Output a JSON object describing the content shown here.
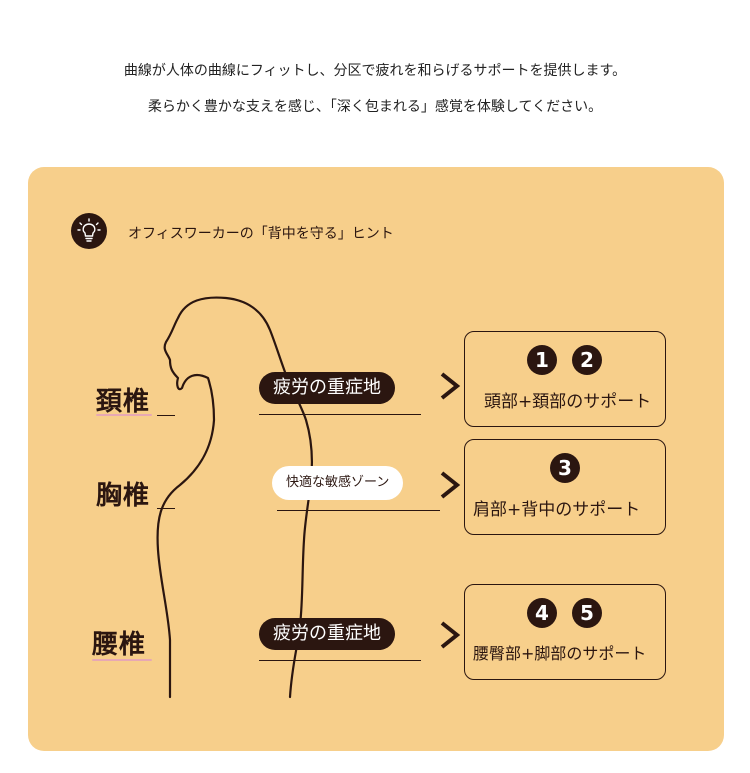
{
  "intro": {
    "line1": "曲線が人体の曲線にフィットし、分区で疲れを和らげるサポートを提供します。",
    "line2": "柔らかく豊かな支えを感じ、「深く包まれる」感覚を体験してください。"
  },
  "panel": {
    "hint_icon": "lightbulb-icon",
    "hint_title": "オフィスワーカーの「背中を守る」ヒント"
  },
  "spine": {
    "cervical": "頚椎",
    "thoracic": "胸椎",
    "lumbar": "腰椎"
  },
  "callouts": {
    "fatigue_top": "疲労の重症地",
    "comfort": "快適な敏感ゾーン",
    "fatigue_bottom": "疲労の重症地"
  },
  "support": {
    "box1": {
      "numbers": [
        "1",
        "2"
      ],
      "label": "頭部+頚部のサポート"
    },
    "box2": {
      "numbers": [
        "3"
      ],
      "label": "肩部+背中のサポート"
    },
    "box3": {
      "numbers": [
        "4",
        "5"
      ],
      "label": "腰臀部+脚部のサポート"
    }
  },
  "colors": {
    "panel_bg": "#f7cf8b",
    "dark": "#2b1610",
    "underline_pink": "#e7a8b4"
  }
}
